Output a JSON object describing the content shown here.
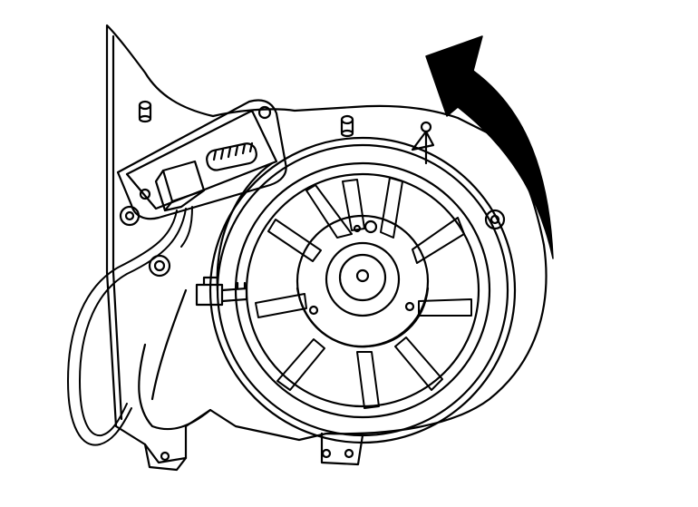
{
  "diagram": {
    "line_color": "#000000",
    "fill_color": "#ffffff",
    "components": [
      {
        "id": "blower-housing",
        "icon": "housing-outline-icon"
      },
      {
        "id": "blower-motor-fan",
        "icon": "fan-blades-icon",
        "blade_count": 10
      },
      {
        "id": "motor-hub",
        "icon": "hub-icon"
      },
      {
        "id": "resistor-module",
        "icon": "resistor-icon"
      },
      {
        "id": "wire-harness",
        "icon": "wire-icon"
      },
      {
        "id": "electrical-connector",
        "icon": "connector-icon"
      },
      {
        "id": "mounting-screws",
        "icon": "screw-icon",
        "count": 5
      },
      {
        "id": "rotation-arrow",
        "icon": "curved-arrow-icon",
        "direction": "clockwise"
      }
    ]
  }
}
